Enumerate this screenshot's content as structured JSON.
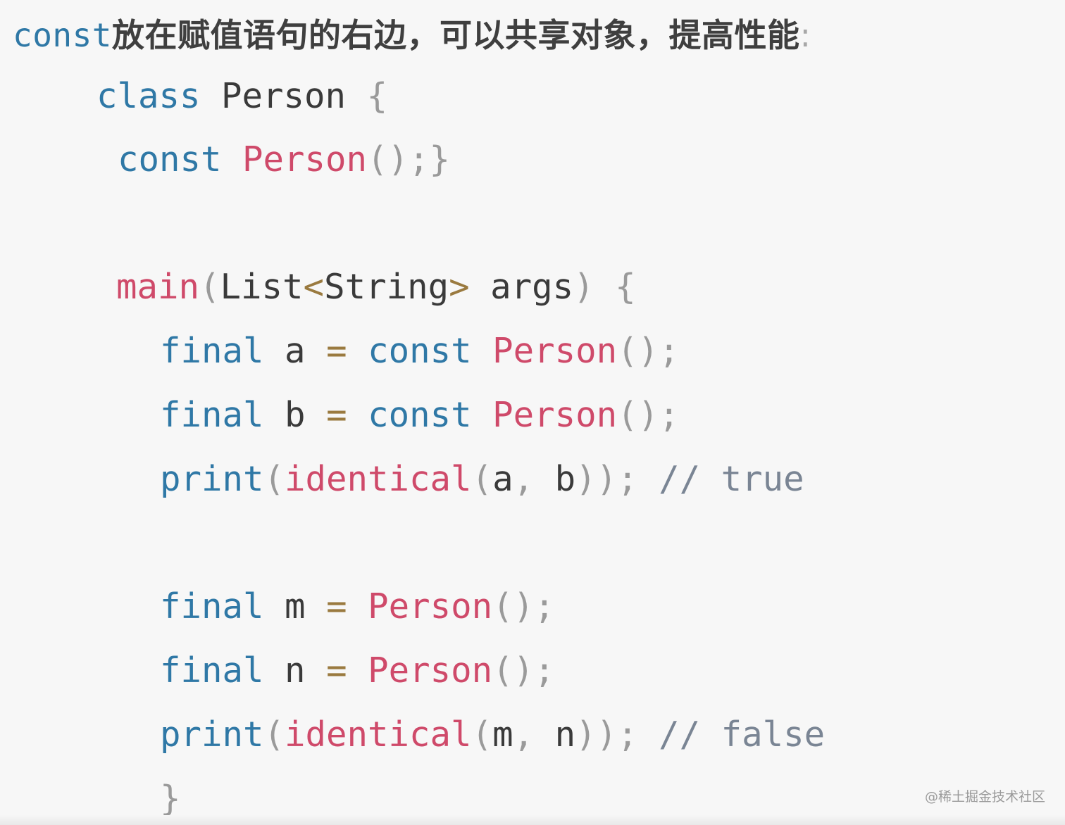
{
  "heading": {
    "keyword": "const",
    "text": "放在赋值语句的右边，可以共享对象，提高性能",
    "colon": ":"
  },
  "code": {
    "language": "dart",
    "lines": [
      {
        "tokens": [
          {
            "t": "class",
            "c": "kw"
          },
          {
            "t": " "
          },
          {
            "t": "Person",
            "c": "id"
          },
          {
            "t": " "
          },
          {
            "t": "{",
            "c": "pun"
          }
        ]
      },
      {
        "tokens": [
          {
            "t": "const",
            "c": "kw"
          },
          {
            "t": " "
          },
          {
            "t": "Person",
            "c": "fn"
          },
          {
            "t": "();}",
            "c": "pun"
          }
        ]
      },
      {
        "tokens": []
      },
      {
        "tokens": [
          {
            "t": "main",
            "c": "fn"
          },
          {
            "t": "(",
            "c": "pun"
          },
          {
            "t": "List",
            "c": "id"
          },
          {
            "t": "<",
            "c": "op"
          },
          {
            "t": "String",
            "c": "id"
          },
          {
            "t": ">",
            "c": "op"
          },
          {
            "t": " "
          },
          {
            "t": "args",
            "c": "id"
          },
          {
            "t": ")",
            "c": "pun"
          },
          {
            "t": " "
          },
          {
            "t": "{",
            "c": "pun"
          }
        ]
      },
      {
        "tokens": [
          {
            "t": "final",
            "c": "kw"
          },
          {
            "t": " "
          },
          {
            "t": "a",
            "c": "id"
          },
          {
            "t": " "
          },
          {
            "t": "=",
            "c": "op"
          },
          {
            "t": " "
          },
          {
            "t": "const",
            "c": "kw"
          },
          {
            "t": " "
          },
          {
            "t": "Person",
            "c": "fn"
          },
          {
            "t": "();",
            "c": "pun"
          }
        ]
      },
      {
        "tokens": [
          {
            "t": "final",
            "c": "kw"
          },
          {
            "t": " "
          },
          {
            "t": "b",
            "c": "id"
          },
          {
            "t": " "
          },
          {
            "t": "=",
            "c": "op"
          },
          {
            "t": " "
          },
          {
            "t": "const",
            "c": "kw"
          },
          {
            "t": " "
          },
          {
            "t": "Person",
            "c": "fn"
          },
          {
            "t": "();",
            "c": "pun"
          }
        ]
      },
      {
        "tokens": [
          {
            "t": "print",
            "c": "kw"
          },
          {
            "t": "(",
            "c": "pun"
          },
          {
            "t": "identical",
            "c": "fn"
          },
          {
            "t": "(",
            "c": "pun"
          },
          {
            "t": "a",
            "c": "id"
          },
          {
            "t": ",",
            "c": "pun"
          },
          {
            "t": " "
          },
          {
            "t": "b",
            "c": "id"
          },
          {
            "t": "));",
            "c": "pun"
          },
          {
            "t": " "
          },
          {
            "t": "// true",
            "c": "cm"
          }
        ]
      },
      {
        "tokens": []
      },
      {
        "tokens": [
          {
            "t": "final",
            "c": "kw"
          },
          {
            "t": " "
          },
          {
            "t": "m",
            "c": "id"
          },
          {
            "t": " "
          },
          {
            "t": "=",
            "c": "op"
          },
          {
            "t": " "
          },
          {
            "t": "Person",
            "c": "fn"
          },
          {
            "t": "();",
            "c": "pun"
          }
        ]
      },
      {
        "tokens": [
          {
            "t": "final",
            "c": "kw"
          },
          {
            "t": " "
          },
          {
            "t": "n",
            "c": "id"
          },
          {
            "t": " "
          },
          {
            "t": "=",
            "c": "op"
          },
          {
            "t": " "
          },
          {
            "t": "Person",
            "c": "fn"
          },
          {
            "t": "();",
            "c": "pun"
          }
        ]
      },
      {
        "tokens": [
          {
            "t": "print",
            "c": "kw"
          },
          {
            "t": "(",
            "c": "pun"
          },
          {
            "t": "identical",
            "c": "fn"
          },
          {
            "t": "(",
            "c": "pun"
          },
          {
            "t": "m",
            "c": "id"
          },
          {
            "t": ",",
            "c": "pun"
          },
          {
            "t": " "
          },
          {
            "t": "n",
            "c": "id"
          },
          {
            "t": "));",
            "c": "pun"
          },
          {
            "t": " "
          },
          {
            "t": "// false",
            "c": "cm"
          }
        ]
      },
      {
        "tokens": [
          {
            "t": "}",
            "c": "pun"
          }
        ]
      }
    ]
  },
  "watermark": "@稀土掘金技术社区",
  "colors": {
    "background": "#f7f7f7",
    "keyword": "#2f78a6",
    "function": "#cf4a6a",
    "punctuation": "#9a9a9a",
    "operator": "#9a7a3f",
    "comment": "#7a8594",
    "identifier": "#3a3a3a"
  }
}
